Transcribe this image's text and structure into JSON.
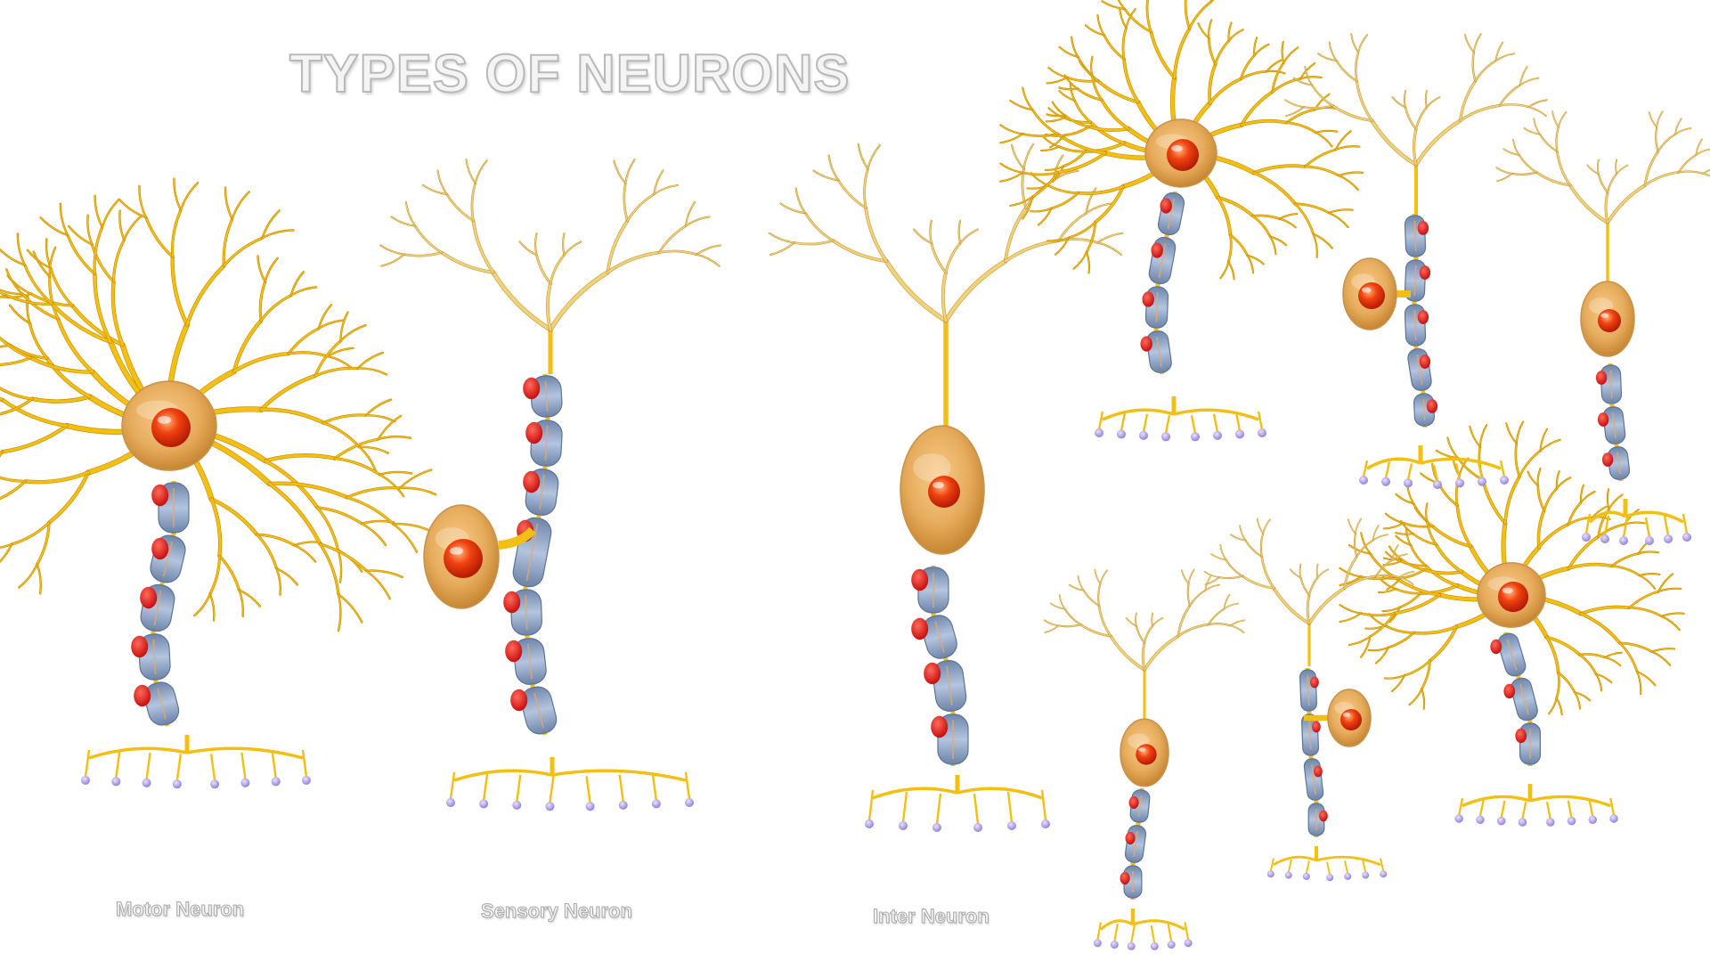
{
  "title": "TYPES OF NEURONS",
  "labels": {
    "motor": "Motor Neuron",
    "sensory": "Sensory Neuron",
    "inter": "Inter Neuron"
  },
  "colors": {
    "dendrite": "#f2bf12",
    "dendrite_dark": "#c98a00",
    "soma": "#e9b060",
    "nucleus": "#e8300c",
    "myelin": "#8fa6c8",
    "myelin_edge": "#5d7497",
    "node": "#e01414",
    "terminal": "#b4a6e6"
  }
}
